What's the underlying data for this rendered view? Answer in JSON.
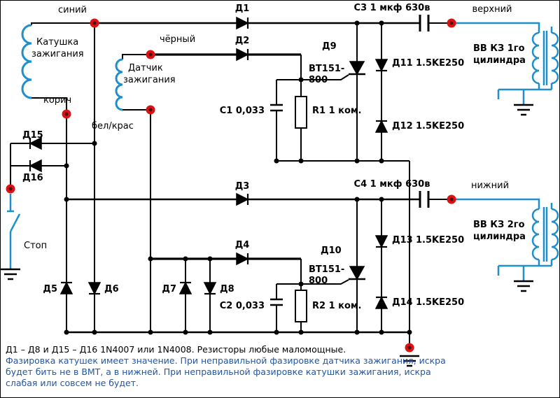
{
  "labels": {
    "siniy": "синий",
    "korich": "корич",
    "cherny": "чёрный",
    "belkras": "бел/крас",
    "coil1_line1": "Катушка",
    "coil1_line2": "зажигания",
    "coil2_line1": "Датчик",
    "coil2_line2": "зажигания",
    "d1": "Д1",
    "d2": "Д2",
    "d3": "Д3",
    "d4": "Д4",
    "d5": "Д5",
    "d6": "Д6",
    "d7": "Д7",
    "d8": "Д8",
    "d9": "Д9",
    "d10": "Д10",
    "d11": "Д11",
    "d12": "Д12",
    "d13": "Д13",
    "d14": "Д14",
    "d15": "Д15",
    "d16": "Д16",
    "tvs11": "1.5KE250",
    "tvs12": "1.5KE250",
    "tvs13": "1.5KE250",
    "tvs14": "1.5KE250",
    "thy1_line1": "BT151-",
    "thy1_line2": "800",
    "thy2_line1": "BT151-",
    "thy2_line2": "800",
    "c1": "С1 0,033",
    "c2": "С2 0,033",
    "r1": "R1 1 ком.",
    "r2": "R2 1 ком.",
    "c3": "С3 1 мкф 630в",
    "c4": "С4 1 мкф 630в",
    "upper": "верхний",
    "lower": "нижний",
    "hv1_line1": "ВВ КЗ 1го",
    "hv1_line2": "цилиндра",
    "hv2_line1": "ВВ КЗ 2го",
    "hv2_line2": "цилиндра",
    "stop": "Стоп"
  },
  "notes": {
    "line1": "Д1 – Д8 и  Д15 – Д16  1N4007 или 1N4008. Резисторы любые маломощные.",
    "line2": "Фазировка катушек имеет значение. При неправильной фазировке датчика зажигания, искра",
    "line3": "будет бить не в ВМТ, а в нижней. При неправильной фазировке катушки зажигания, искра",
    "line4": "слабая или совсем не будет."
  },
  "colors": {
    "coil_blue": "#1e8fcc",
    "note_blue": "#2057a7",
    "terminal_red": "#dd1111",
    "terminal_core": "#4a0c0c"
  }
}
